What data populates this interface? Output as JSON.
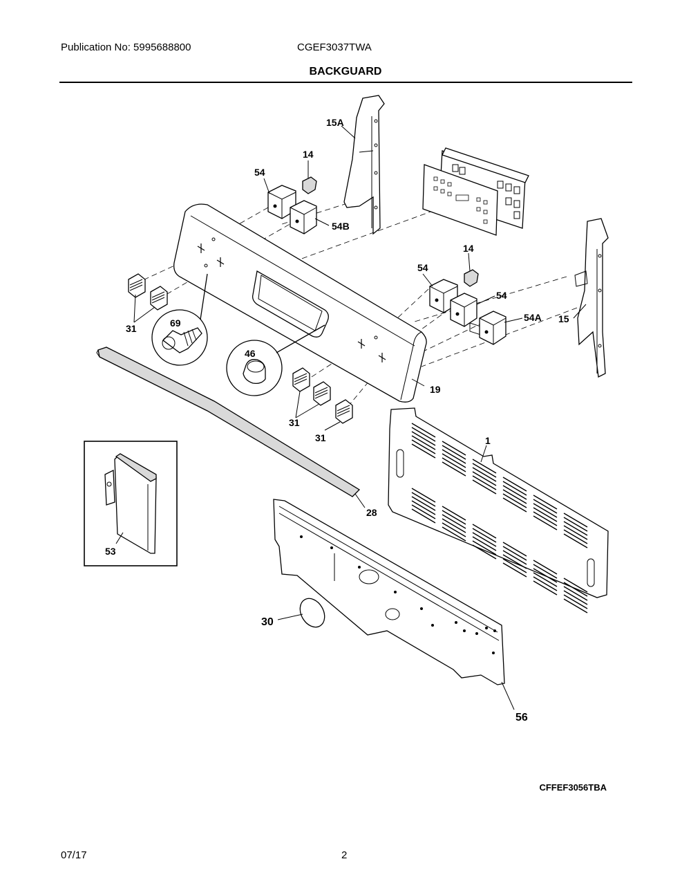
{
  "header": {
    "publication": "Publication No: 5995688800",
    "model": "CGEF3037TWA",
    "title": "BACKGUARD"
  },
  "callouts": {
    "p15A": "15A",
    "p14a": "14",
    "p54a": "54",
    "p54B": "54B",
    "p14b": "14",
    "p54b": "54",
    "p54c": "54",
    "p54A": "54A",
    "p15": "15",
    "p31a": "31",
    "p69": "69",
    "p46": "46",
    "p19": "19",
    "p31b": "31",
    "p31c": "31",
    "p1": "1",
    "p28": "28",
    "p53": "53",
    "p30": "30",
    "p56": "56"
  },
  "footer": {
    "reference_code": "CFFEF3056TBA",
    "date": "07/17",
    "page_number": "2"
  }
}
